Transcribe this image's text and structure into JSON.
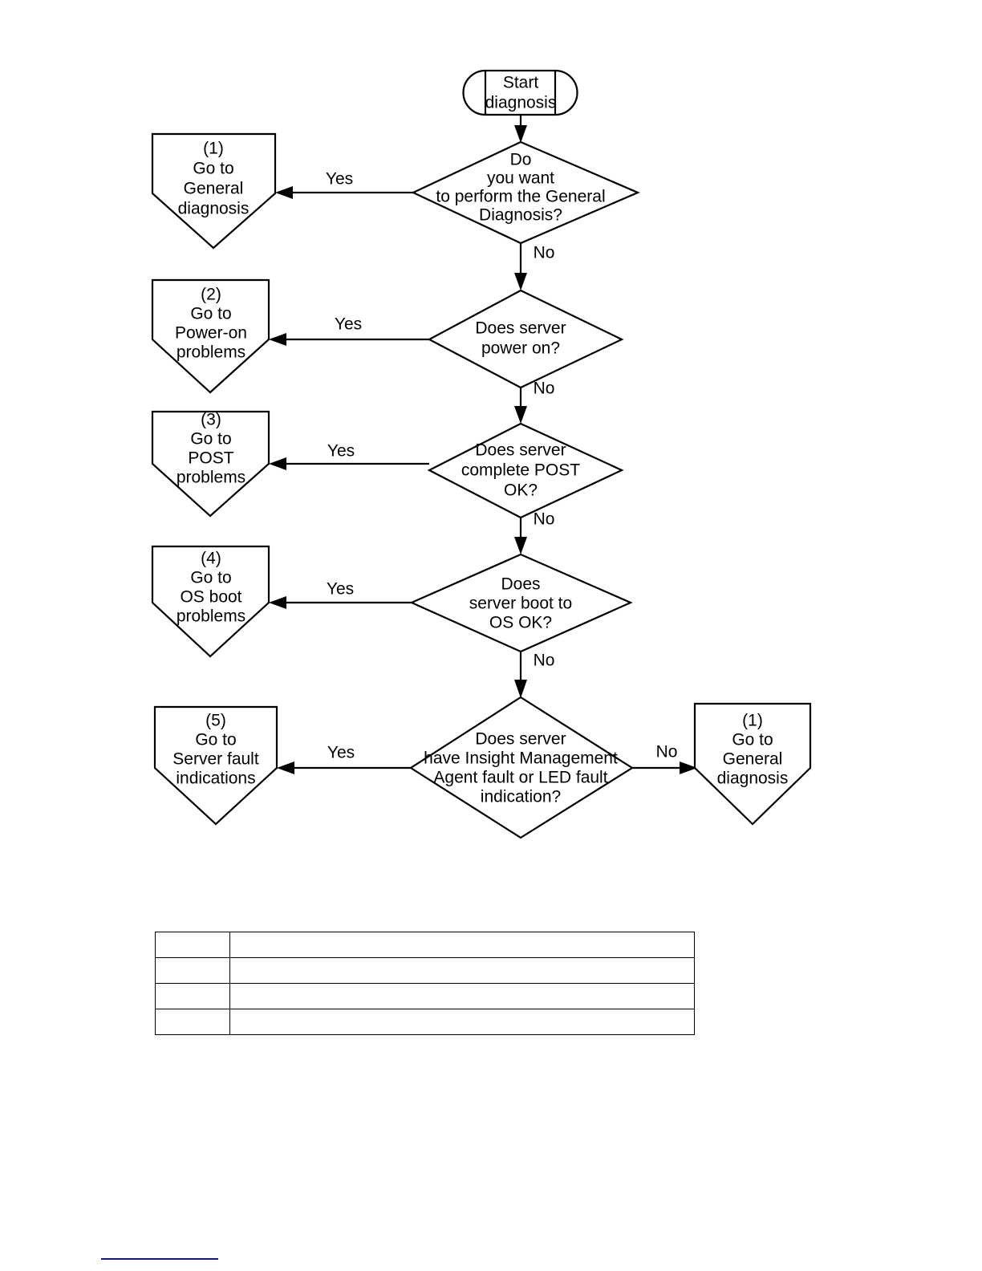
{
  "document": {
    "type": "troubleshooting-flowchart",
    "background_color": "#ffffff",
    "line_color": "#000000",
    "footnote_rule_color": "#141478"
  },
  "flowchart": {
    "start": {
      "shape": "terminator",
      "lines": [
        "Start",
        "diagnosis"
      ]
    },
    "decisions": [
      {
        "id": "general-diagnosis",
        "shape": "diamond",
        "lines": [
          "Do",
          "you want",
          "to perform the General",
          "Diagnosis?"
        ],
        "yes_label": "Yes",
        "no_label": "No"
      },
      {
        "id": "power-on",
        "shape": "diamond",
        "lines": [
          "Does server",
          "power on?"
        ],
        "yes_label": "Yes",
        "no_label": "No"
      },
      {
        "id": "post",
        "shape": "diamond",
        "lines": [
          "Does server",
          "complete POST",
          "OK?"
        ],
        "yes_label": "Yes",
        "no_label": "No"
      },
      {
        "id": "os-boot",
        "shape": "diamond",
        "lines": [
          "Does",
          "server boot to",
          "OS OK?"
        ],
        "yes_label": "Yes",
        "no_label": "No"
      },
      {
        "id": "fault-indication",
        "shape": "diamond",
        "lines": [
          "Does server",
          "have Insight Management",
          "Agent fault or LED fault",
          "indication?"
        ],
        "yes_label": "Yes",
        "no_label": "No"
      }
    ],
    "targets": [
      {
        "id": "goto-general-diagnosis-1",
        "shape": "pentagon",
        "lines": [
          "(1)",
          "Go to",
          "General",
          "diagnosis"
        ]
      },
      {
        "id": "goto-power-on-problems",
        "shape": "pentagon",
        "lines": [
          "(2)",
          "Go to",
          "Power-on",
          "problems"
        ]
      },
      {
        "id": "goto-post-problems",
        "shape": "pentagon",
        "lines": [
          "(3)",
          "Go to",
          "POST",
          "problems"
        ]
      },
      {
        "id": "goto-os-boot-problems",
        "shape": "pentagon",
        "lines": [
          "(4)",
          "Go to",
          "OS boot",
          "problems"
        ]
      },
      {
        "id": "goto-server-fault-indications",
        "shape": "pentagon",
        "lines": [
          "(5)",
          "Go to",
          "Server fault",
          "indications"
        ]
      },
      {
        "id": "goto-general-diagnosis-2",
        "shape": "pentagon",
        "lines": [
          "(1)",
          "Go to",
          "General",
          "diagnosis"
        ]
      }
    ]
  },
  "table": {
    "rows": [
      {
        "cells": [
          "",
          ""
        ]
      },
      {
        "cells": [
          "",
          ""
        ]
      },
      {
        "cells": [
          "",
          ""
        ]
      },
      {
        "cells": [
          "",
          ""
        ]
      }
    ]
  }
}
